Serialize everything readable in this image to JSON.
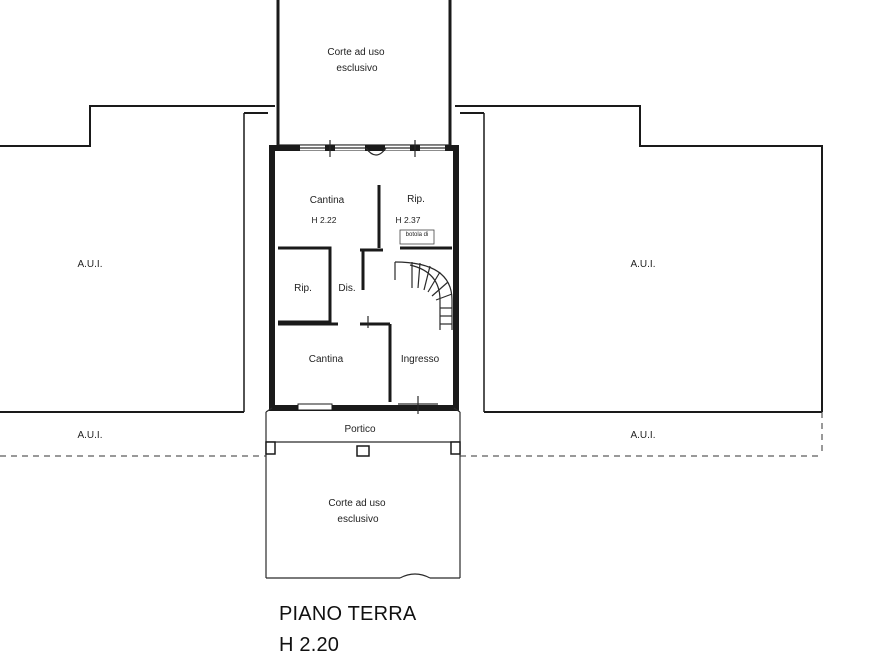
{
  "floor_title": "PIANO TERRA",
  "floor_height": "H 2.20",
  "labels": {
    "corte_top_l1": "Corte ad uso",
    "corte_top_l2": "esclusivo",
    "corte_bottom_l1": "Corte ad uso",
    "corte_bottom_l2": "esclusivo",
    "aui_left_top": "A.U.I.",
    "aui_right_top": "A.U.I.",
    "aui_left_bottom": "A.U.I.",
    "aui_right_bottom": "A.U.I.",
    "cantina_top": "Cantina",
    "cantina_top_h": "H 2.22",
    "rip_top": "Rip.",
    "rip_top_h": "H 2.37",
    "rip_left": "Rip.",
    "dis": "Dis.",
    "cantina_bottom": "Cantina",
    "ingresso": "Ingresso",
    "portico": "Portico",
    "stair_note": "botola di"
  }
}
